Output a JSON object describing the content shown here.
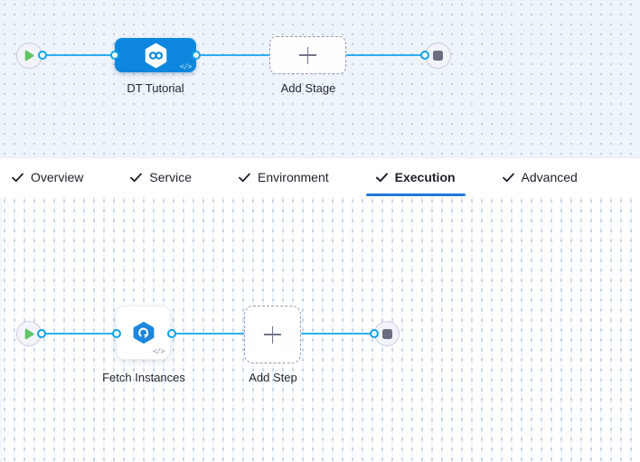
{
  "stage_pipeline": {
    "stage_label": "DT Tutorial",
    "add_stage_label": "Add Stage"
  },
  "tabs": [
    {
      "label": "Overview",
      "checked": true,
      "active": false
    },
    {
      "label": "Service",
      "checked": true,
      "active": false
    },
    {
      "label": "Environment",
      "checked": true,
      "active": false
    },
    {
      "label": "Execution",
      "checked": true,
      "active": true
    },
    {
      "label": "Advanced",
      "checked": true,
      "active": false
    }
  ],
  "execution_graph": {
    "step_label": "Fetch Instances",
    "add_step_label": "Add Step"
  },
  "icons": {
    "code_badge": "</>",
    "plus": "+",
    "check": "✓",
    "play": "play-triangle",
    "stop": "stop-square",
    "stage_type": "pipeline-infinity-hexagon",
    "step_type": "fetch-refresh-hexagon"
  },
  "colors": {
    "stage_node": "#0d87dd",
    "edge": "#2fadf0",
    "port_ring": "#0fa1e8",
    "play_green": "#5fc463",
    "stop_square": "#6a6d80",
    "active_tab_underline": "#2279dc",
    "top_canvas_bg": "#eef4fb"
  }
}
